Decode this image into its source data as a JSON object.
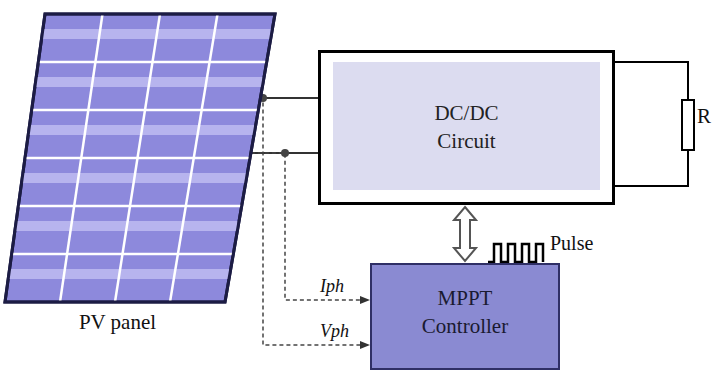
{
  "diagram": {
    "nodes": [
      {
        "text": [
          "PV panel"
        ]
      },
      {
        "text": [
          "DC/DC Circuit"
        ]
      },
      {
        "text": [
          "MPPT Controller"
        ]
      }
    ],
    "edges": [
      {
        "from": 0,
        "to": 1,
        "arrow": "none"
      },
      {
        "from": 0,
        "to": 1,
        "arrow": "none"
      },
      {
        "from": 0,
        "to": 2,
        "label": "Iph",
        "arrow": "to"
      },
      {
        "from": 0,
        "to": 2,
        "label": "Vph",
        "arrow": "to"
      },
      {
        "from": 1,
        "to": 2,
        "arrow": "both"
      }
    ],
    "labels": [
      "R",
      "Pulse"
    ]
  }
}
